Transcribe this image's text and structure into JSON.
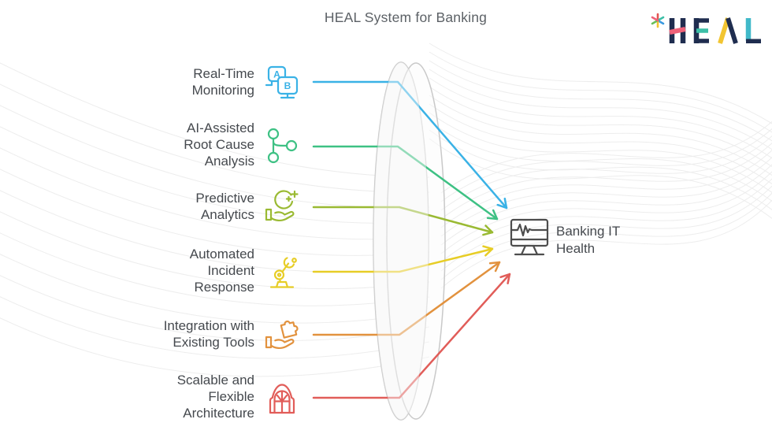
{
  "title": "HEAL System for Banking",
  "logo": {
    "text": "HEAL",
    "navy": "#1f2d4f",
    "h_bar": "#ee6178",
    "e_bar": "#3cbfa7",
    "a_leg": "#f2c531",
    "l_stem": "#41b9c9",
    "asterisk_colors": [
      "#e25653",
      "#3cbfa7",
      "#3a9ae0",
      "#f2c531",
      "#67bf5a",
      "#ee6178"
    ]
  },
  "items": [
    {
      "label": "Real-Time Monitoring",
      "color": "#3ab2e6",
      "icon": "ab-test-monitors-icon",
      "icon_letters": [
        "A",
        "B"
      ]
    },
    {
      "label": "AI-Assisted Root Cause Analysis",
      "color": "#3ec184",
      "icon": "root-cause-branch-icon"
    },
    {
      "label": "Predictive Analytics",
      "color": "#9aba33",
      "icon": "crystal-ball-hand-icon"
    },
    {
      "label": "Automated Incident Response",
      "color": "#e7cd26",
      "icon": "robot-arm-icon"
    },
    {
      "label": "Integration with Existing Tools",
      "color": "#e2923e",
      "icon": "puzzle-hand-icon"
    },
    {
      "label": "Scalable and Flexible Architecture",
      "color": "#e15d59",
      "icon": "arch-window-icon"
    }
  ],
  "target": {
    "label": "Banking IT Health",
    "color": "#4d4d4d",
    "icon": "monitor-pulse-icon"
  },
  "lens": {
    "stroke": "#c9c9c9"
  }
}
